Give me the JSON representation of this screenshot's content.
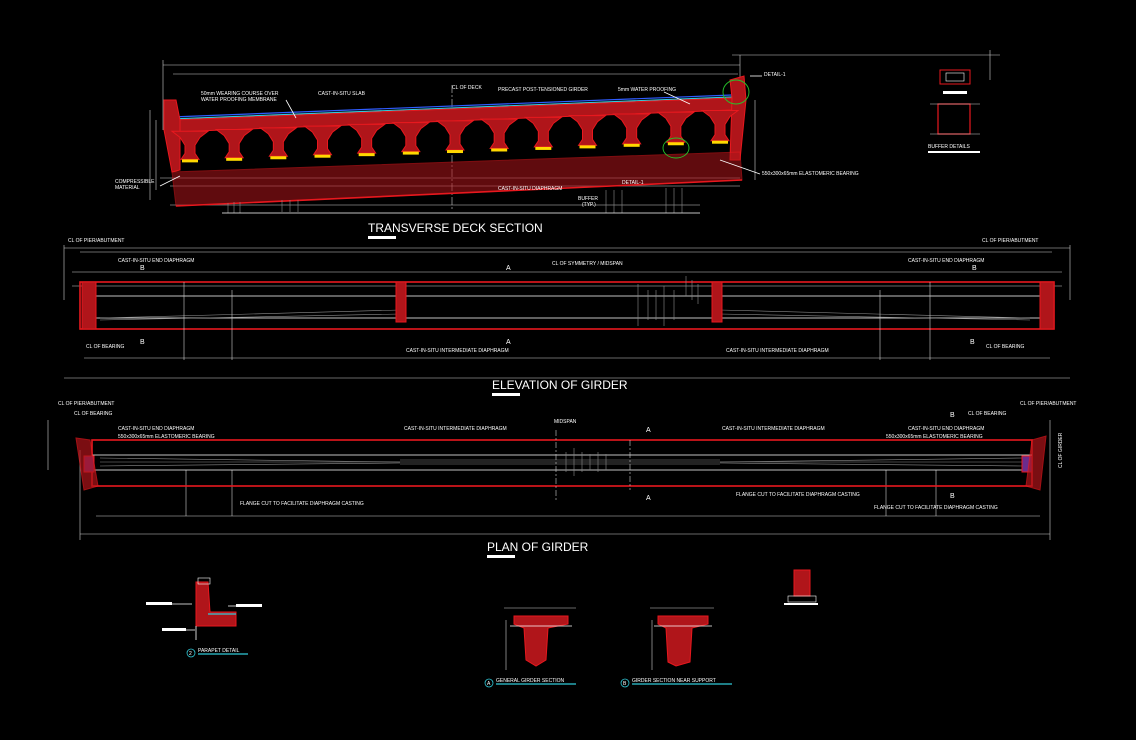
{
  "titles": {
    "transverse": "TRANSVERSE DECK SECTION",
    "elevation": "ELEVATION OF GIRDER",
    "plan": "PLAN OF GIRDER",
    "parapet": "PARAPET DETAIL",
    "general": "GENERAL GIRDER SECTION",
    "near_support": "GIRDER SECTION NEAR SUPPORT",
    "buffer": "BUFFER DETAILS"
  },
  "markers": {
    "parapet": "2",
    "general": "A",
    "near_support": "B"
  },
  "transverse_labels": {
    "wearing1": "50mm WEARING COURSE OVER",
    "wearing2": "WATER PROOFING MEMBRANE",
    "slab": "CAST-IN-SITU SLAB",
    "cl_deck": "CL OF DECK",
    "girder": "PRECAST POST-TENSIONED GIRDER",
    "waterproof": "5mm WATER PROOFING",
    "detail1_top": "DETAIL-1",
    "compress1": "COMPRESSIBLE",
    "compress2": "MATERIAL",
    "diaphragm": "CAST-IN-SITU DIAPHRAGM",
    "detail1_bottom": "DETAIL-1",
    "bearing": "550x300x65mm ELASTOMERIC BEARING",
    "buffer": "BUFFER",
    "typ": "(TYP.)"
  },
  "elevation_labels": {
    "cl_pier_left": "CL OF PIER/ABUTMENT",
    "cl_pier_right": "CL OF PIER/ABUTMENT",
    "end_diaph_left": "CAST-IN-SITU END DIAPHRAGM",
    "end_diaph_right": "CAST-IN-SITU END DIAPHRAGM",
    "symmetry": "CL OF SYMMETRY / MIDSPAN",
    "cl_bearing_left": "CL OF BEARING",
    "cl_bearing_right": "CL OF BEARING",
    "int_diaph_left": "CAST-IN-SITU INTERMEDIATE DIAPHRAGM",
    "int_diaph_right": "CAST-IN-SITU INTERMEDIATE DIAPHRAGM",
    "sec_a": "A",
    "sec_b": "B"
  },
  "plan_labels": {
    "cl_pier_left": "CL OF PIER/ABUTMENT",
    "cl_bearing_left": "CL OF BEARING",
    "end_diaph_left": "CAST-IN-SITU END DIAPHRAGM",
    "bearing_left": "550x300x65mm ELASTOMERIC BEARING",
    "int_diaph_left": "CAST-IN-SITU INTERMEDIATE DIAPHRAGM",
    "midspan": "MIDSPAN",
    "int_diaph_right": "CAST-IN-SITU INTERMEDIATE DIAPHRAGM",
    "cl_bearing_right": "CL OF BEARING",
    "cl_pier_right": "CL OF PIER/ABUTMENT",
    "end_diaph_right": "CAST-IN-SITU END DIAPHRAGM",
    "bearing_right": "550x300x65mm ELASTOMERIC BEARING",
    "cl_girder": "CL OF GIRDER",
    "flange_left": "FLANGE CUT TO FACILITATE DIAPHRAGM CASTING",
    "flange_mid": "FLANGE CUT TO FACILITATE DIAPHRAGM CASTING",
    "flange_right": "FLANGE CUT TO FACILITATE DIAPHRAGM CASTING",
    "sec_a": "A",
    "sec_b": "B"
  },
  "colors": {
    "background": "#000000",
    "concrete_outline": "#e8181e",
    "concrete_fill": "#b0151a",
    "bearing": "#ffd800",
    "waterproofing": "#31c9d8",
    "wearing": "#2f5cff",
    "detail_circle": "#26c42a",
    "linework": "#ffffff",
    "dimension": "#cfcfcf"
  }
}
